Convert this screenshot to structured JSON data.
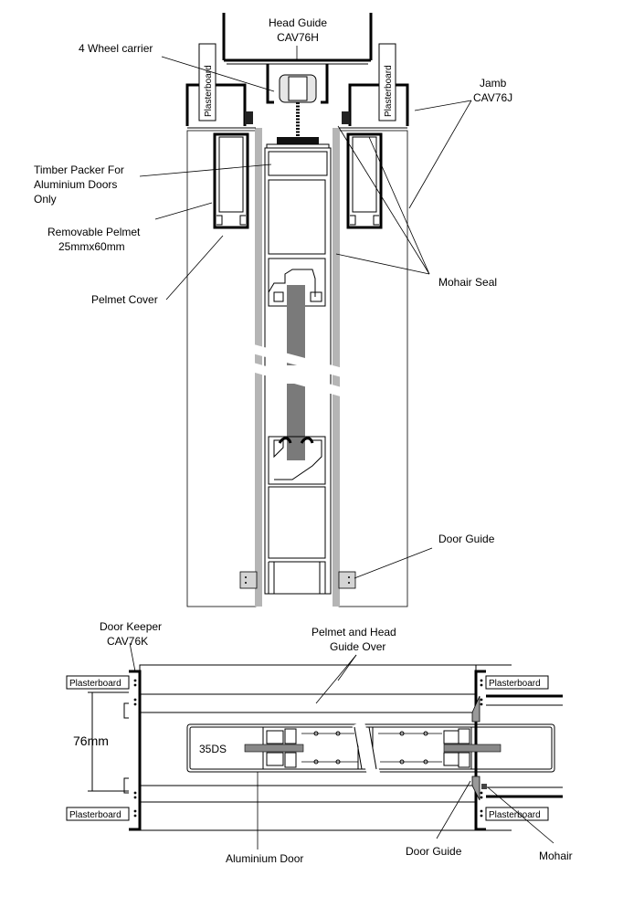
{
  "labels": {
    "head_guide": [
      "Head Guide",
      "CAV76H"
    ],
    "wheel_carrier": "4 Wheel carrier",
    "jamb": [
      "Jamb",
      "CAV76J"
    ],
    "timber_packer": [
      "Timber Packer For",
      "Aluminium Doors",
      "Only"
    ],
    "removable_pelmet": [
      "Removable Pelmet",
      "25mmx60mm"
    ],
    "pelmet_cover": "Pelmet Cover",
    "mohair_seal": "Mohair Seal",
    "door_guide_top": "Door Guide",
    "door_keeper": [
      "Door Keeper",
      "CAV76K"
    ],
    "pelmet_head_guide": [
      "Pelmet and Head",
      "Guide Over"
    ],
    "dimension_76": "76mm",
    "door_code": "35DS",
    "aluminium_door": "Aluminium Door",
    "door_guide_bottom": "Door Guide",
    "mohair": "Mohair",
    "plasterboard": "Plasterboard"
  }
}
